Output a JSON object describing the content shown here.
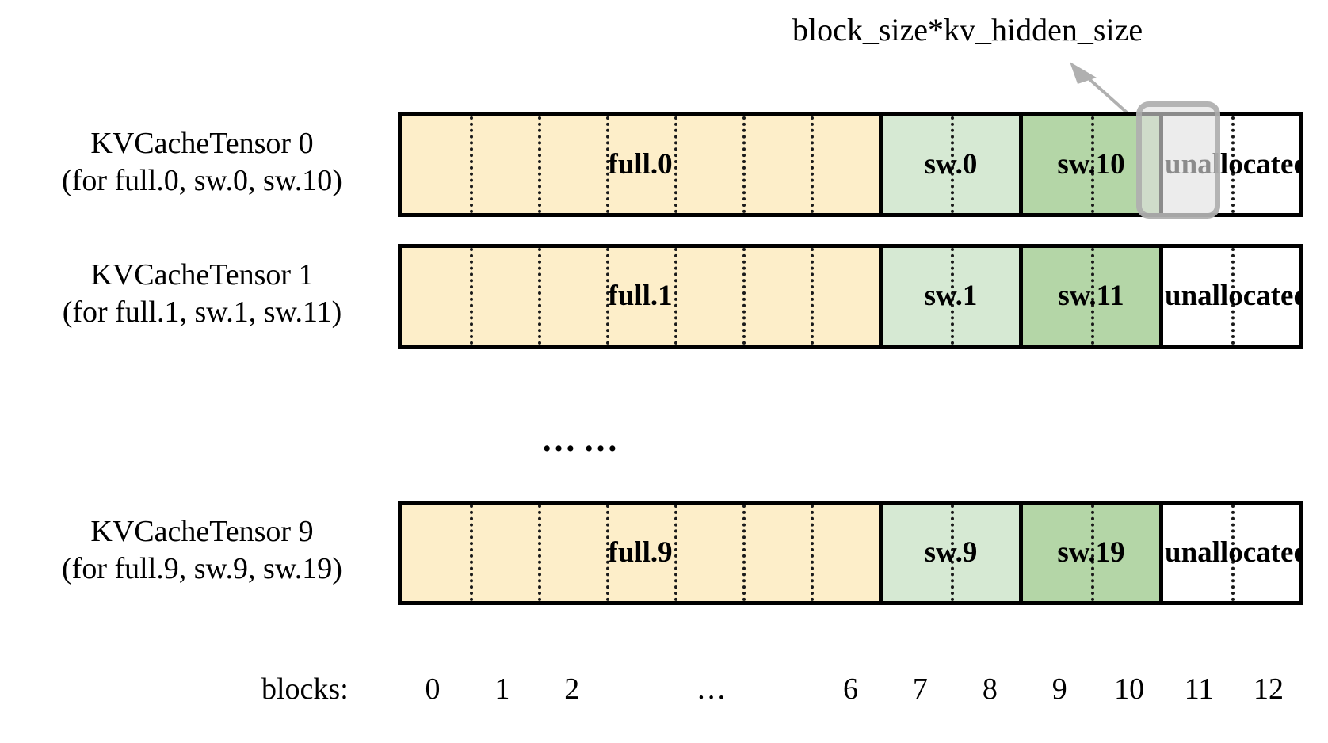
{
  "annotation": {
    "label": "block_size*kv_hidden_size",
    "arrow_color": "#b0b0b0",
    "highlight_block_index": 11,
    "highlight_row_index": 0,
    "highlight_border_color": "#aaaaaa",
    "highlight_fill_color": "#e1e1e1"
  },
  "colors": {
    "full_block": "#fdeec9",
    "sw_block": "#d6e9d3",
    "sw2_block": "#b4d6a7",
    "unallocated_block": "#ffffff",
    "outline": "#000000",
    "divider": "#1a1a1a"
  },
  "rows": [
    {
      "title": "KVCacheTensor 0",
      "subtitle": "(for full.0, sw.0, sw.10)",
      "segments": [
        {
          "label": "full.0",
          "kind": "full",
          "blocks": 7
        },
        {
          "label": "sw.0",
          "kind": "sw",
          "blocks": 2
        },
        {
          "label": "sw.10",
          "kind": "sw2",
          "blocks": 2
        },
        {
          "label": "unallocated",
          "kind": "unallocated",
          "blocks": 2
        }
      ]
    },
    {
      "title": "KVCacheTensor 1",
      "subtitle": "(for full.1, sw.1, sw.11)",
      "segments": [
        {
          "label": "full.1",
          "kind": "full",
          "blocks": 7
        },
        {
          "label": "sw.1",
          "kind": "sw",
          "blocks": 2
        },
        {
          "label": "sw.11",
          "kind": "sw2",
          "blocks": 2
        },
        {
          "label": "unallocated",
          "kind": "unallocated",
          "blocks": 2
        }
      ]
    },
    {
      "title": "KVCacheTensor 9",
      "subtitle": "(for full.9, sw.9, sw.19)",
      "segments": [
        {
          "label": "full.9",
          "kind": "full",
          "blocks": 7
        },
        {
          "label": "sw.9",
          "kind": "sw",
          "blocks": 2
        },
        {
          "label": "sw.19",
          "kind": "sw2",
          "blocks": 2
        },
        {
          "label": "unallocated",
          "kind": "unallocated",
          "blocks": 2
        }
      ]
    }
  ],
  "ellipsis": "……",
  "axis": {
    "title": "blocks:",
    "ticks": [
      "0",
      "1",
      "2",
      "…",
      "6",
      "7",
      "8",
      "9",
      "10",
      "11",
      "12"
    ],
    "total_blocks": 13
  }
}
